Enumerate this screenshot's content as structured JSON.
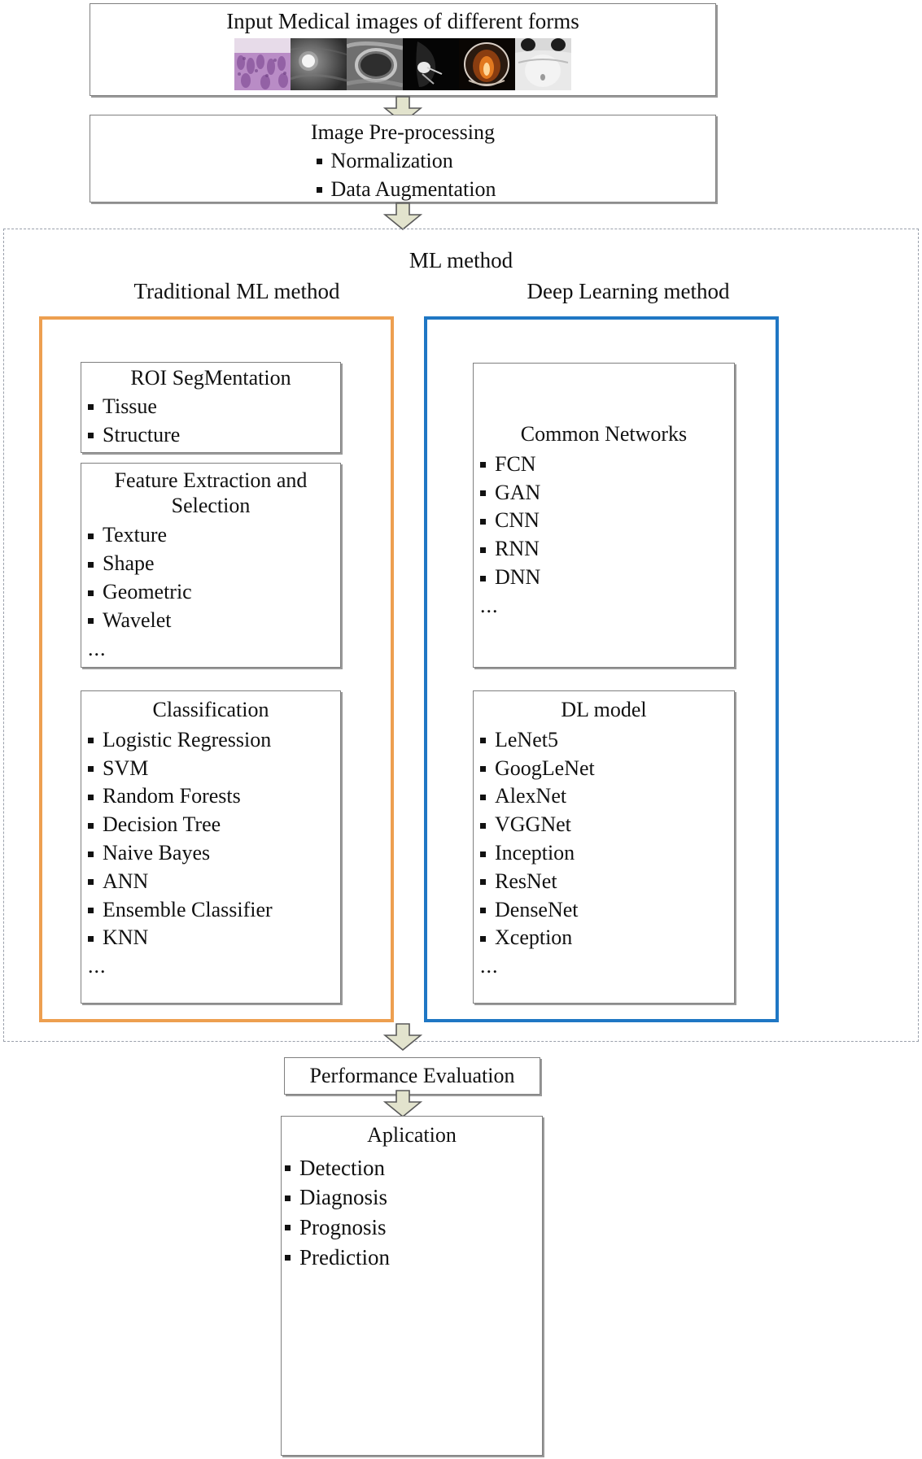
{
  "flow": {
    "input": {
      "title": "Input Medical images of different forms",
      "thumbnails": [
        {
          "name": "histopathology-thumbnail",
          "kind": "histology"
        },
        {
          "name": "mammogram-thumbnail",
          "kind": "mammogram"
        },
        {
          "name": "ultrasound-thumbnail",
          "kind": "ultrasound"
        },
        {
          "name": "mri-thumbnail",
          "kind": "mri"
        },
        {
          "name": "pet-ct-thumbnail",
          "kind": "pet"
        },
        {
          "name": "xray-thumbnail",
          "kind": "xray"
        }
      ]
    },
    "preprocessing": {
      "title": "Image Pre-processing",
      "items": [
        "Normalization",
        "Data Augmentation"
      ]
    },
    "ml_section": {
      "label": "ML method",
      "traditional": {
        "label": "Traditional ML method",
        "accent_color": "#ED9F50",
        "groups": [
          {
            "title": "ROI SegMentation",
            "items": [
              "Tissue",
              "Structure"
            ],
            "ellipsis": ""
          },
          {
            "title": "Feature Extraction and\nSelection",
            "items": [
              "Texture",
              "Shape",
              "Geometric",
              "Wavelet"
            ],
            "ellipsis": "..."
          },
          {
            "title": "Classification",
            "items": [
              "Logistic Regression",
              "SVM",
              "Random Forests",
              "Decision Tree",
              "Naive Bayes",
              "ANN",
              "Ensemble Classifier",
              "KNN"
            ],
            "ellipsis": "..."
          }
        ]
      },
      "deep_learning": {
        "label": "Deep Learning method",
        "accent_color": "#1F77C4",
        "groups": [
          {
            "title": "Common Networks",
            "items": [
              "FCN",
              "GAN",
              "CNN",
              "RNN",
              "DNN"
            ],
            "ellipsis": "..."
          },
          {
            "title": "DL model",
            "items": [
              "LeNet5",
              "GoogLeNet",
              "AlexNet",
              "VGGNet",
              "Inception",
              "ResNet",
              "DenseNet",
              "Xception"
            ],
            "ellipsis": "..."
          }
        ]
      }
    },
    "performance": {
      "title": "Performance Evaluation"
    },
    "application": {
      "title": "Aplication",
      "items": [
        "Detection",
        "Diagnosis",
        "Prognosis",
        "Prediction"
      ]
    },
    "arrows": {
      "fill": "#E2E3CD",
      "stroke": "#595959",
      "names": [
        "input-to-preprocessing",
        "preprocessing-to-ml",
        "ml-to-performance",
        "performance-to-application"
      ]
    }
  }
}
